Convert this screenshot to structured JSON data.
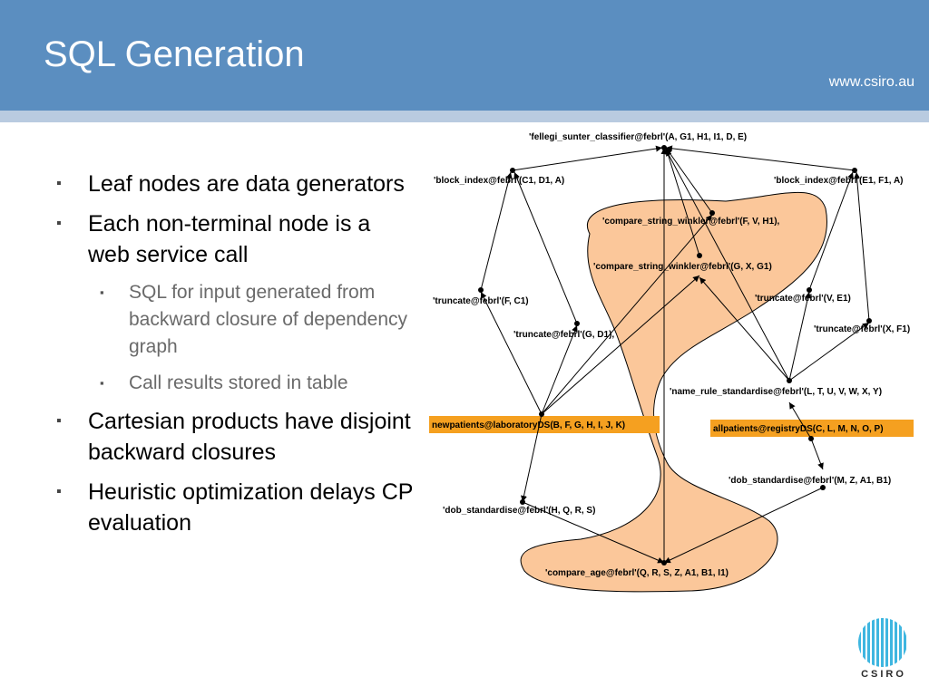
{
  "slide": {
    "title": "SQL Generation",
    "site_url": "www.csiro.au",
    "logo_text": "CSIRO"
  },
  "bullets": [
    {
      "level": 1,
      "text": "Leaf nodes are data generators"
    },
    {
      "level": 1,
      "text": "Each non-terminal node is a web service call"
    },
    {
      "level": 2,
      "text": "SQL for input generated from backward closure of dependency graph"
    },
    {
      "level": 2,
      "text": "Call results stored in table"
    },
    {
      "level": 1,
      "text": "Cartesian products have disjoint backward closures"
    },
    {
      "level": 1,
      "text": "Heuristic optimization delays CP evaluation"
    }
  ],
  "diagram": {
    "highlight_color": "#fbc79a",
    "source_box_color": "#f5a020",
    "nodes": {
      "fellegi": "'fellegi_sunter_classifier@febrl'(A, G1, H1, I1, D, E)",
      "block_left": "'block_index@febrl'(C1, D1, A)",
      "block_right": "'block_index@febrl'(E1, F1, A)",
      "csw1": "'compare_string_winkler@febrl'(F, V, H1),",
      "csw2": "'compare_string_winkler@febrl'(G, X, G1)",
      "trunc_f": "'truncate@febrl'(F, C1)",
      "trunc_v": "'truncate@febrl'(V, E1)",
      "trunc_g": "'truncate@febrl'(G, D1),",
      "trunc_x": "'truncate@febrl'(X, F1)",
      "name_rule": "'name_rule_standardise@febrl'(L, T, U, V, W, X, Y)",
      "newpatients": "newpatients@laboratoryDS(B, F, G, H, I, J, K)",
      "allpatients": "allpatients@registryDS(C, L, M, N, O, P)",
      "dob_right": "'dob_standardise@febrl'(M, Z, A1, B1)",
      "dob_left": "'dob_standardise@febrl'(H, Q, R, S)",
      "compare_age": "'compare_age@febrl'(Q, R, S, Z, A1, B1, I1)"
    }
  }
}
